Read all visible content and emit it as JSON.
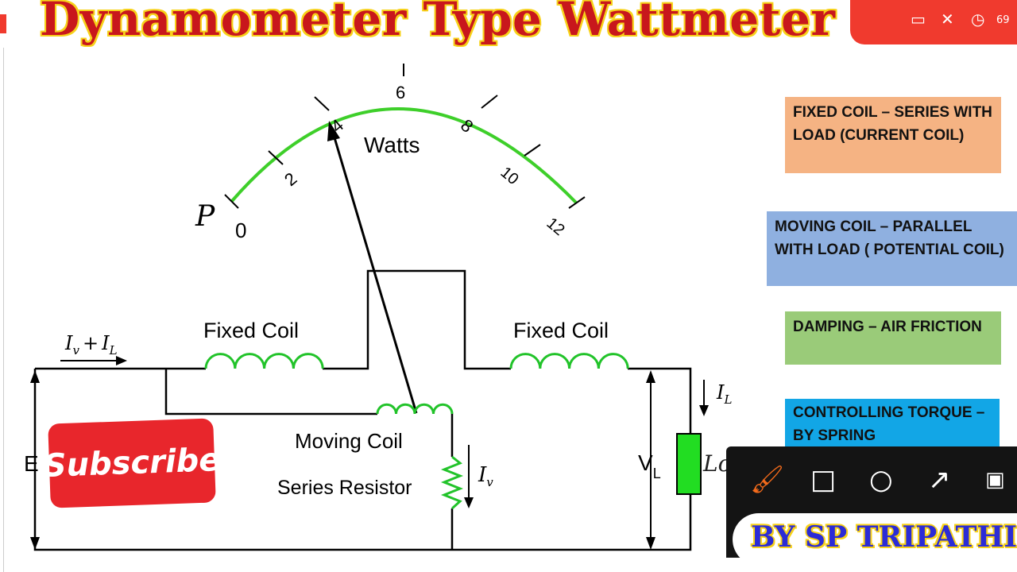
{
  "header": {
    "title": "Dynamometer Type Wattmeter",
    "status_icons": [
      "cast-icon",
      "mute-icon",
      "alarm-icon"
    ],
    "battery": "69"
  },
  "scale": {
    "pointer_label": "P",
    "unit_label": "Watts",
    "ticks": [
      "0",
      "2",
      "4",
      "6",
      "8",
      "10",
      "12"
    ],
    "pointer_reading": 4
  },
  "circuit": {
    "fixed_coil_left": "Fixed Coil",
    "fixed_coil_right": "Fixed Coil",
    "moving_coil": "Moving Coil",
    "series_resistor": "Series Resistor",
    "source": "E",
    "load_voltage": "V",
    "load_voltage_sub": "L",
    "load": "Load",
    "current_total_a": "I",
    "current_total_a_sub": "v",
    "current_total_plus": "+",
    "current_total_b": "I",
    "current_total_b_sub": "L",
    "current_load": "I",
    "current_load_sub": "L",
    "current_moving": "I",
    "current_moving_sub": "v"
  },
  "info_boxes": [
    {
      "text": "FIXED COIL – SERIES WITH LOAD (CURRENT COIL)",
      "color": "#f5b383"
    },
    {
      "text": "MOVING COIL – PARALLEL WITH LOAD ( POTENTIAL COIL)",
      "color": "#8fb0e0"
    },
    {
      "text": "DAMPING – AIR FRICTION",
      "color": "#9acb79"
    },
    {
      "text": "CONTROLLING  TORQUE – BY SPRING",
      "color": "#12a6e6"
    }
  ],
  "overlay": {
    "subscribe": "Subscribe",
    "byline": "BY SP  TRIPATHI",
    "tools": [
      "brush-icon",
      "rectangle-icon",
      "circle-icon",
      "arrow-icon",
      "grid-icon"
    ]
  },
  "colors": {
    "coil": "#22c32a",
    "scale_arc": "#3ecf2a",
    "title": "#c8171c",
    "title_outline": "#f7d21a",
    "header_red": "#f03a2e"
  }
}
